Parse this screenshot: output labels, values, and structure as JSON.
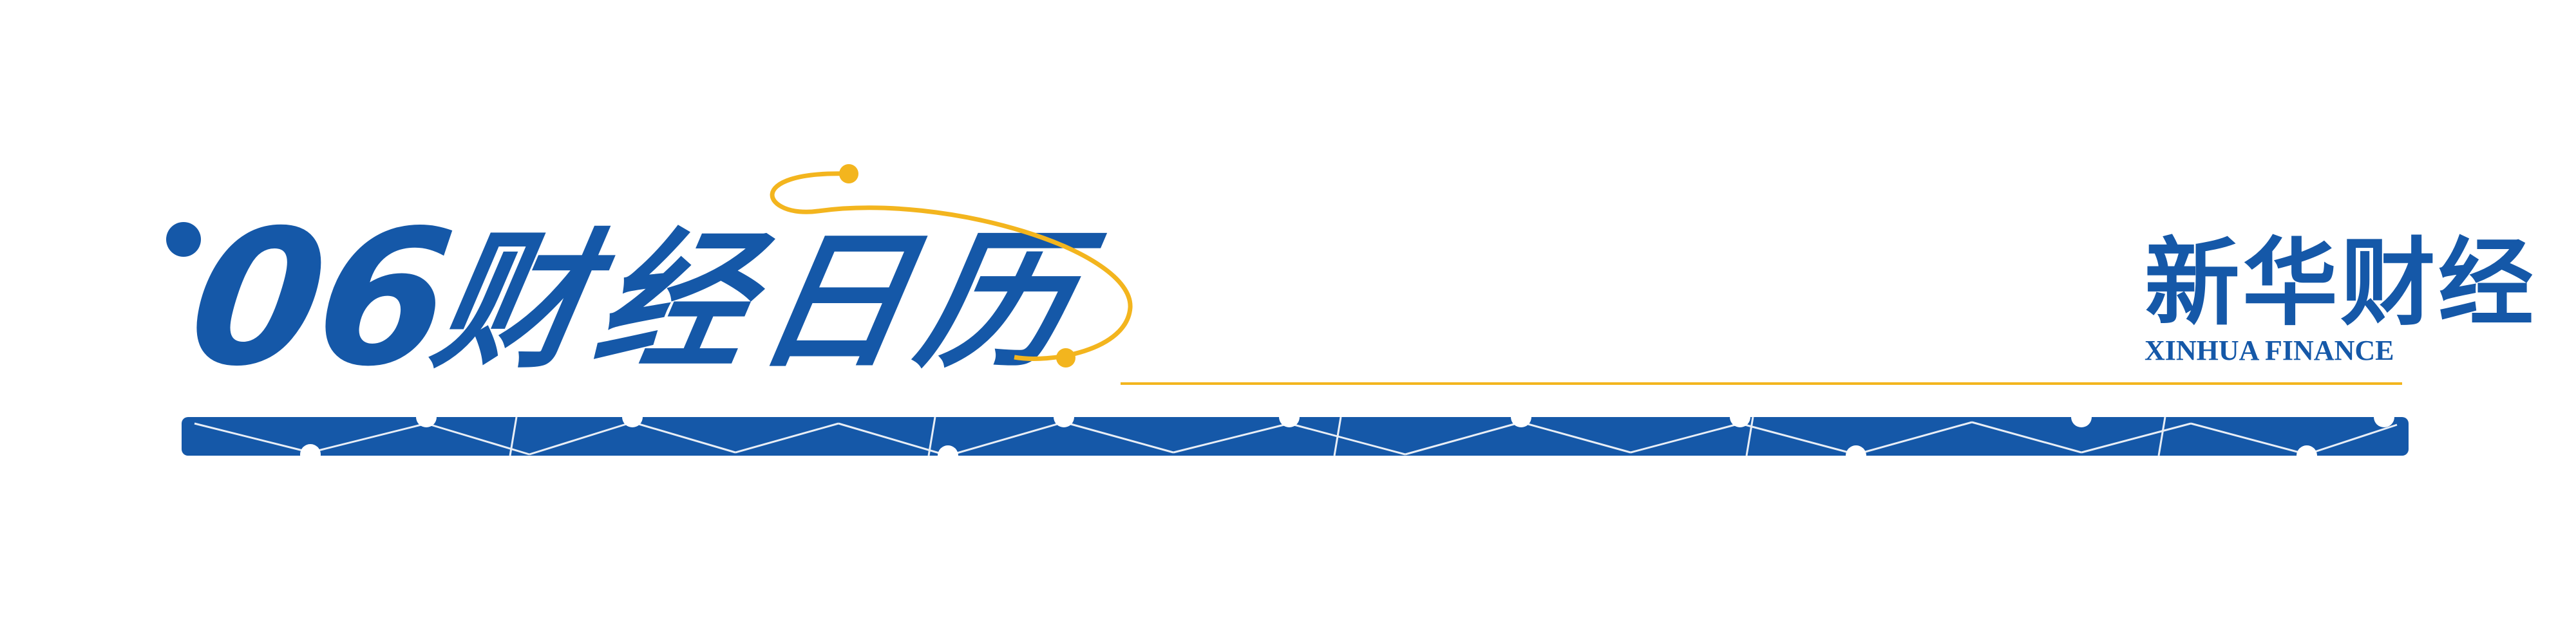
{
  "banner": {
    "issue_number": "06",
    "title": "财经日历",
    "logo_cn": "新华财经",
    "logo_en": "XINHUA FINANCE"
  },
  "colors": {
    "primary_blue": "#1558a8",
    "accent_gold": "#f3b51e",
    "background": "#ffffff"
  }
}
